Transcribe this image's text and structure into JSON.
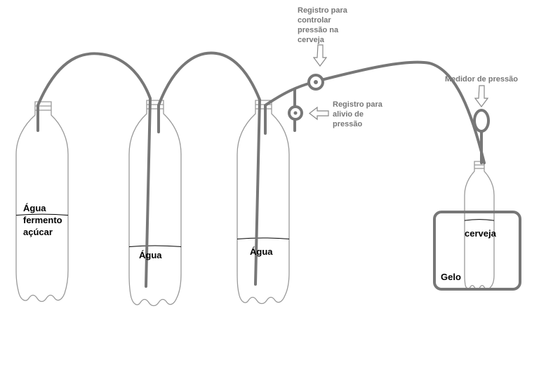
{
  "colors": {
    "tube": "#777777",
    "bottle_outline": "#999999",
    "arrow_outline": "#888888",
    "label_gray": "#777777",
    "label_dark": "#000000"
  },
  "bottles": [
    {
      "id": "bottle-1",
      "label_lines": [
        "Água",
        "fermento",
        "açúcar"
      ],
      "liquid_level": 0.52
    },
    {
      "id": "bottle-2",
      "label_lines": [
        "Água"
      ],
      "liquid_level": 0.34
    },
    {
      "id": "bottle-3",
      "label_lines": [
        "Água"
      ],
      "liquid_level": 0.38
    },
    {
      "id": "bottle-4",
      "label_lines": [
        "cerveja"
      ],
      "liquid_level": 0.65
    }
  ],
  "annotations": {
    "registro_pressao": [
      "Registro para",
      "controlar",
      "pressão na",
      "cerveja"
    ],
    "registro_alivio": [
      "Registro para",
      "alivio de",
      "pressão"
    ],
    "medidor": [
      "Medidor de pressão"
    ],
    "gelo": "Gelo"
  },
  "icons": {
    "arrow": "down-arrow-icon",
    "arrow_left": "left-arrow-icon",
    "valve": "valve-icon",
    "gauge": "pressure-gauge-icon"
  }
}
